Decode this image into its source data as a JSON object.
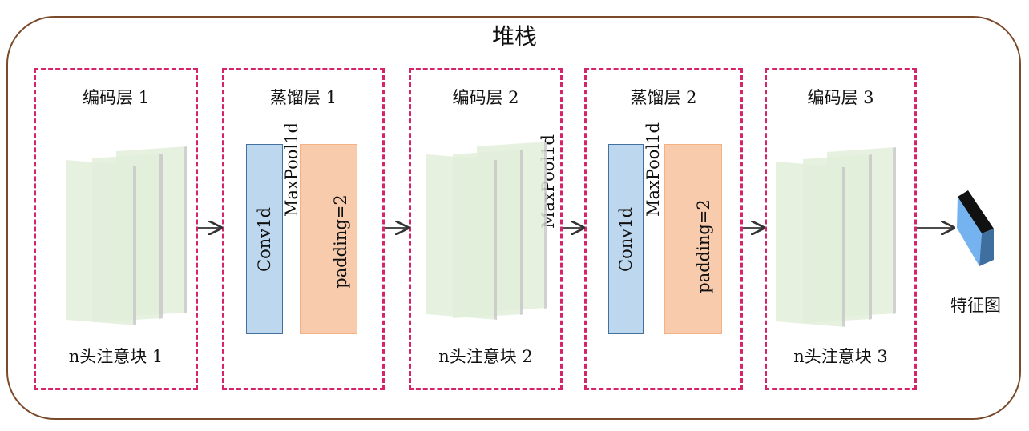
{
  "title": "堆栈",
  "blocks": [
    {
      "label": "编码层 1",
      "footer": "n头注意块 1"
    },
    {
      "label": "蒸馏层 1",
      "conv": "Conv1d",
      "pool": "MaxPool1d",
      "padding": "padding=2"
    },
    {
      "label": "编码层 2",
      "footer": "n头注意块 2",
      "pool": "MaxPool1d"
    },
    {
      "label": "蒸馏层 2",
      "conv": "Conv1d",
      "pool": "MaxPool1d",
      "padding": "padding=2"
    },
    {
      "label": "编码层 3",
      "footer": "n头注意块  3"
    }
  ],
  "output": {
    "label": "特征图"
  },
  "colors": {
    "border": "#d6246b",
    "frame": "#7a4a2a",
    "conv": "#bdd7ee",
    "padding": "#f8cbad",
    "sheet": "#e2efda",
    "feature": "#74b2f0"
  }
}
